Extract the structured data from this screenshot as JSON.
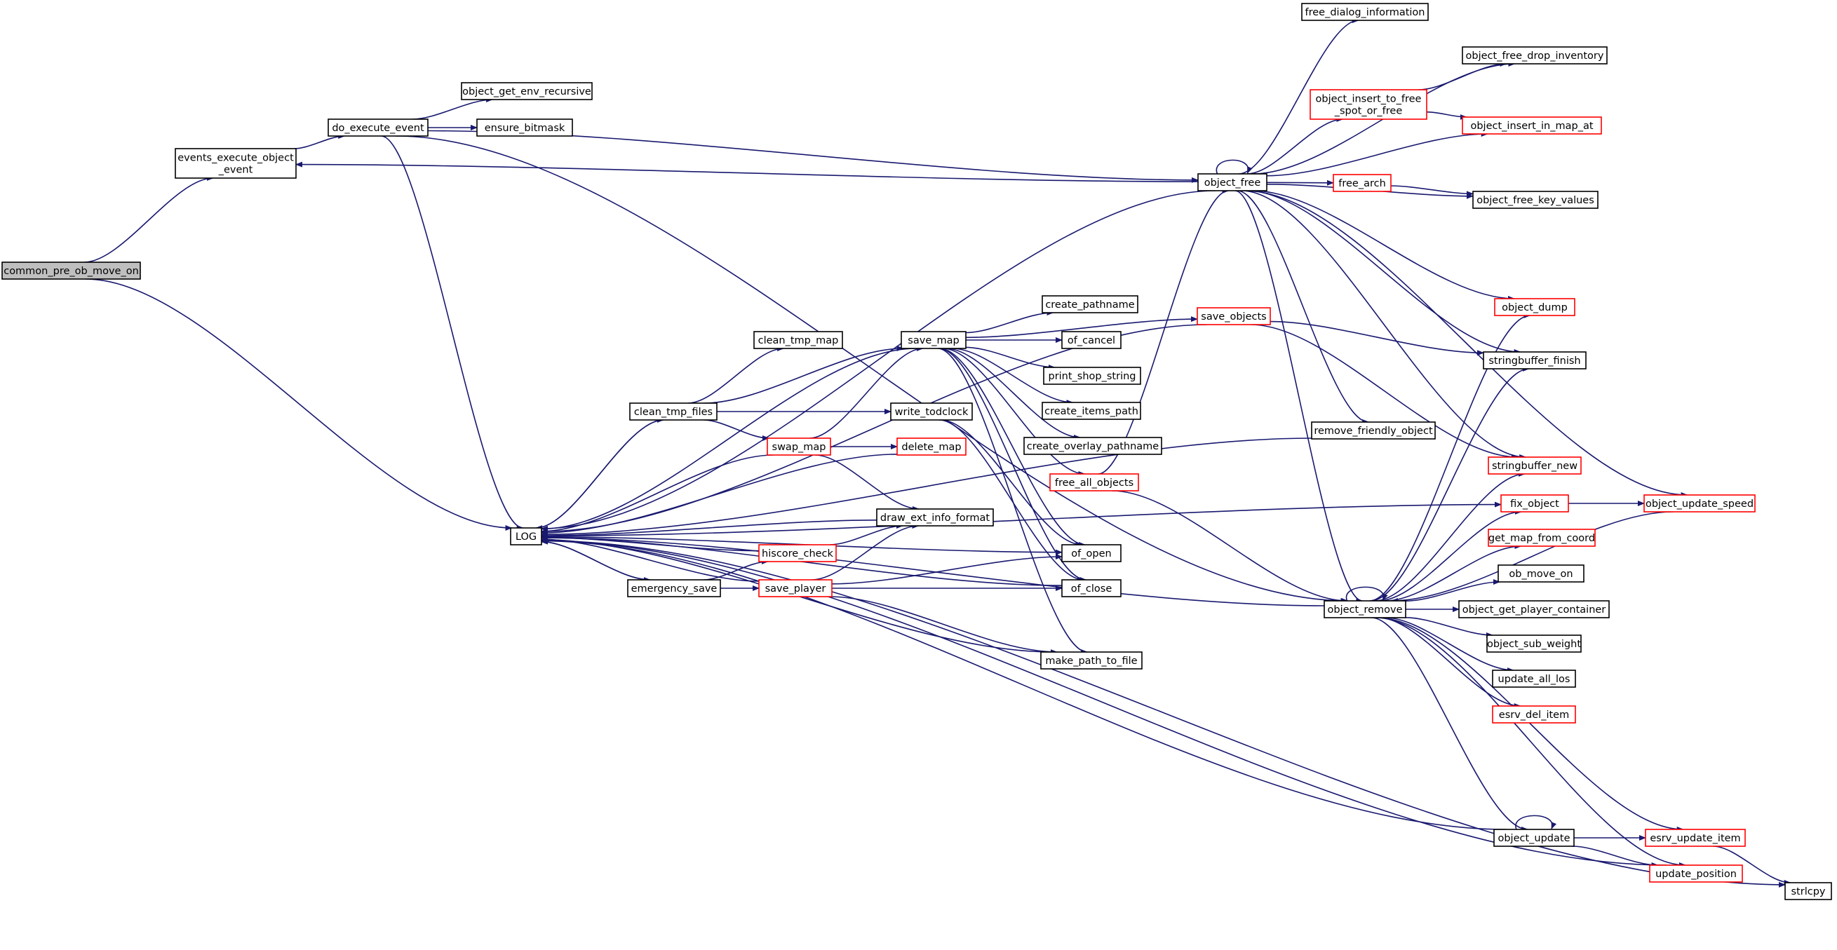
{
  "colors": {
    "edge": "#191970",
    "box_border_default": "#000000",
    "box_border_highlight": "#ff0000",
    "root_fill": "#bfbfbf",
    "node_fill": "#ffffff"
  },
  "nodes": [
    {
      "id": "common_pre_ob_move_on",
      "lines": [
        "common_pre_ob_move_on"
      ],
      "style": "root"
    },
    {
      "id": "events_execute_object_event",
      "lines": [
        "events_execute_object",
        "_event"
      ],
      "style": "normal"
    },
    {
      "id": "do_execute_event",
      "lines": [
        "do_execute_event"
      ],
      "style": "normal"
    },
    {
      "id": "object_get_env_recursive",
      "lines": [
        "object_get_env_recursive"
      ],
      "style": "normal"
    },
    {
      "id": "ensure_bitmask",
      "lines": [
        "ensure_bitmask"
      ],
      "style": "normal"
    },
    {
      "id": "LOG",
      "lines": [
        "LOG"
      ],
      "style": "normal"
    },
    {
      "id": "object_free",
      "lines": [
        "object_free"
      ],
      "style": "normal"
    },
    {
      "id": "free_dialog_information",
      "lines": [
        "free_dialog_information"
      ],
      "style": "normal"
    },
    {
      "id": "object_free_drop_inventory",
      "lines": [
        "object_free_drop_inventory"
      ],
      "style": "normal"
    },
    {
      "id": "object_insert_to_free_spot_or_free",
      "lines": [
        "object_insert_to_free",
        "_spot_or_free"
      ],
      "style": "red"
    },
    {
      "id": "object_insert_in_map_at",
      "lines": [
        "object_insert_in_map_at"
      ],
      "style": "red"
    },
    {
      "id": "free_arch",
      "lines": [
        "free_arch"
      ],
      "style": "red"
    },
    {
      "id": "object_free_key_values",
      "lines": [
        "object_free_key_values"
      ],
      "style": "normal"
    },
    {
      "id": "save_objects",
      "lines": [
        "save_objects"
      ],
      "style": "red"
    },
    {
      "id": "object_dump",
      "lines": [
        "object_dump"
      ],
      "style": "red"
    },
    {
      "id": "stringbuffer_finish",
      "lines": [
        "stringbuffer_finish"
      ],
      "style": "normal"
    },
    {
      "id": "remove_friendly_object",
      "lines": [
        "remove_friendly_object"
      ],
      "style": "normal"
    },
    {
      "id": "stringbuffer_new",
      "lines": [
        "stringbuffer_new"
      ],
      "style": "red"
    },
    {
      "id": "fix_object",
      "lines": [
        "fix_object"
      ],
      "style": "red"
    },
    {
      "id": "object_update_speed",
      "lines": [
        "object_update_speed"
      ],
      "style": "red"
    },
    {
      "id": "get_map_from_coord",
      "lines": [
        "get_map_from_coord"
      ],
      "style": "red"
    },
    {
      "id": "ob_move_on",
      "lines": [
        "ob_move_on"
      ],
      "style": "normal"
    },
    {
      "id": "object_remove",
      "lines": [
        "object_remove"
      ],
      "style": "normal"
    },
    {
      "id": "object_get_player_container",
      "lines": [
        "object_get_player_container"
      ],
      "style": "normal"
    },
    {
      "id": "object_sub_weight",
      "lines": [
        "object_sub_weight"
      ],
      "style": "normal"
    },
    {
      "id": "update_all_los",
      "lines": [
        "update_all_los"
      ],
      "style": "normal"
    },
    {
      "id": "esrv_del_item",
      "lines": [
        "esrv_del_item"
      ],
      "style": "red"
    },
    {
      "id": "object_update",
      "lines": [
        "object_update"
      ],
      "style": "normal"
    },
    {
      "id": "esrv_update_item",
      "lines": [
        "esrv_update_item"
      ],
      "style": "red"
    },
    {
      "id": "update_position",
      "lines": [
        "update_position"
      ],
      "style": "red"
    },
    {
      "id": "strlcpy",
      "lines": [
        "strlcpy"
      ],
      "style": "normal"
    },
    {
      "id": "save_map",
      "lines": [
        "save_map"
      ],
      "style": "normal"
    },
    {
      "id": "clean_tmp_map",
      "lines": [
        "clean_tmp_map"
      ],
      "style": "normal"
    },
    {
      "id": "create_pathname",
      "lines": [
        "create_pathname"
      ],
      "style": "normal"
    },
    {
      "id": "of_cancel",
      "lines": [
        "of_cancel"
      ],
      "style": "normal"
    },
    {
      "id": "print_shop_string",
      "lines": [
        "print_shop_string"
      ],
      "style": "normal"
    },
    {
      "id": "create_items_path",
      "lines": [
        "create_items_path"
      ],
      "style": "normal"
    },
    {
      "id": "create_overlay_pathname",
      "lines": [
        "create_overlay_pathname"
      ],
      "style": "normal"
    },
    {
      "id": "free_all_objects",
      "lines": [
        "free_all_objects"
      ],
      "style": "red"
    },
    {
      "id": "clean_tmp_files",
      "lines": [
        "clean_tmp_files"
      ],
      "style": "normal"
    },
    {
      "id": "write_todclock",
      "lines": [
        "write_todclock"
      ],
      "style": "normal"
    },
    {
      "id": "swap_map",
      "lines": [
        "swap_map"
      ],
      "style": "red"
    },
    {
      "id": "delete_map",
      "lines": [
        "delete_map"
      ],
      "style": "red"
    },
    {
      "id": "draw_ext_info_format",
      "lines": [
        "draw_ext_info_format"
      ],
      "style": "normal"
    },
    {
      "id": "hiscore_check",
      "lines": [
        "hiscore_check"
      ],
      "style": "red"
    },
    {
      "id": "of_open",
      "lines": [
        "of_open"
      ],
      "style": "normal"
    },
    {
      "id": "emergency_save",
      "lines": [
        "emergency_save"
      ],
      "style": "normal"
    },
    {
      "id": "save_player",
      "lines": [
        "save_player"
      ],
      "style": "red"
    },
    {
      "id": "of_close",
      "lines": [
        "of_close"
      ],
      "style": "normal"
    },
    {
      "id": "make_path_to_file",
      "lines": [
        "make_path_to_file"
      ],
      "style": "normal"
    }
  ],
  "edges": [
    [
      "common_pre_ob_move_on",
      "events_execute_object_event"
    ],
    [
      "common_pre_ob_move_on",
      "LOG"
    ],
    [
      "events_execute_object_event",
      "do_execute_event"
    ],
    [
      "do_execute_event",
      "object_get_env_recursive"
    ],
    [
      "do_execute_event",
      "ensure_bitmask"
    ],
    [
      "do_execute_event",
      "LOG"
    ],
    [
      "do_execute_event",
      "object_free"
    ],
    [
      "do_execute_event",
      "object_remove"
    ],
    [
      "object_free",
      "events_execute_object_event"
    ],
    [
      "object_free",
      "LOG"
    ],
    [
      "object_free",
      "object_free"
    ],
    [
      "object_free",
      "free_dialog_information"
    ],
    [
      "object_free",
      "object_free_drop_inventory"
    ],
    [
      "object_free",
      "object_insert_to_free_spot_or_free"
    ],
    [
      "object_free",
      "object_insert_in_map_at"
    ],
    [
      "object_free",
      "free_arch"
    ],
    [
      "object_free",
      "object_free_key_values"
    ],
    [
      "object_free",
      "object_dump"
    ],
    [
      "object_free",
      "stringbuffer_finish"
    ],
    [
      "object_free",
      "remove_friendly_object"
    ],
    [
      "object_free",
      "stringbuffer_new"
    ],
    [
      "object_free",
      "object_update_speed"
    ],
    [
      "object_free",
      "object_remove"
    ],
    [
      "object_insert_to_free_spot_or_free",
      "object_free_drop_inventory"
    ],
    [
      "object_insert_to_free_spot_or_free",
      "object_insert_in_map_at"
    ],
    [
      "free_arch",
      "object_free_key_values"
    ],
    [
      "save_objects",
      "LOG"
    ],
    [
      "save_objects",
      "stringbuffer_finish"
    ],
    [
      "save_objects",
      "stringbuffer_new"
    ],
    [
      "save_map",
      "LOG"
    ],
    [
      "save_map",
      "save_objects"
    ],
    [
      "save_map",
      "create_pathname"
    ],
    [
      "save_map",
      "of_cancel"
    ],
    [
      "save_map",
      "print_shop_string"
    ],
    [
      "save_map",
      "create_items_path"
    ],
    [
      "save_map",
      "create_overlay_pathname"
    ],
    [
      "save_map",
      "free_all_objects"
    ],
    [
      "save_map",
      "of_open"
    ],
    [
      "save_map",
      "of_close"
    ],
    [
      "save_map",
      "make_path_to_file"
    ],
    [
      "free_all_objects",
      "object_free"
    ],
    [
      "free_all_objects",
      "object_remove"
    ],
    [
      "clean_tmp_files",
      "LOG"
    ],
    [
      "clean_tmp_files",
      "clean_tmp_map"
    ],
    [
      "clean_tmp_files",
      "save_map"
    ],
    [
      "clean_tmp_files",
      "write_todclock"
    ],
    [
      "clean_tmp_files",
      "swap_map"
    ],
    [
      "write_todclock",
      "of_open"
    ],
    [
      "write_todclock",
      "of_close"
    ],
    [
      "swap_map",
      "LOG"
    ],
    [
      "swap_map",
      "save_map"
    ],
    [
      "swap_map",
      "delete_map"
    ],
    [
      "swap_map",
      "draw_ext_info_format"
    ],
    [
      "delete_map",
      "LOG"
    ],
    [
      "hiscore_check",
      "LOG"
    ],
    [
      "hiscore_check",
      "draw_ext_info_format"
    ],
    [
      "emergency_save",
      "LOG"
    ],
    [
      "emergency_save",
      "hiscore_check"
    ],
    [
      "emergency_save",
      "save_player"
    ],
    [
      "save_player",
      "LOG"
    ],
    [
      "save_player",
      "draw_ext_info_format"
    ],
    [
      "save_player",
      "of_open"
    ],
    [
      "save_player",
      "of_close"
    ],
    [
      "save_player",
      "make_path_to_file"
    ],
    [
      "LOG",
      "clean_tmp_files"
    ],
    [
      "LOG",
      "emergency_save"
    ],
    [
      "LOG",
      "fix_object"
    ],
    [
      "LOG",
      "of_open"
    ],
    [
      "LOG",
      "strlcpy"
    ],
    [
      "of_close",
      "LOG"
    ],
    [
      "make_path_to_file",
      "LOG"
    ],
    [
      "draw_ext_info_format",
      "LOG"
    ],
    [
      "fix_object",
      "object_update_speed"
    ],
    [
      "remove_friendly_object",
      "LOG"
    ],
    [
      "object_remove",
      "object_remove"
    ],
    [
      "object_remove",
      "LOG"
    ],
    [
      "object_remove",
      "object_dump"
    ],
    [
      "object_remove",
      "stringbuffer_finish"
    ],
    [
      "object_remove",
      "stringbuffer_new"
    ],
    [
      "object_remove",
      "fix_object"
    ],
    [
      "object_remove",
      "get_map_from_coord"
    ],
    [
      "object_remove",
      "ob_move_on"
    ],
    [
      "object_remove",
      "object_get_player_container"
    ],
    [
      "object_remove",
      "object_sub_weight"
    ],
    [
      "object_remove",
      "update_all_los"
    ],
    [
      "object_remove",
      "esrv_del_item"
    ],
    [
      "object_remove",
      "object_update"
    ],
    [
      "object_remove",
      "esrv_update_item"
    ],
    [
      "object_remove",
      "update_position"
    ],
    [
      "object_update_speed",
      "object_remove"
    ],
    [
      "object_update",
      "object_update"
    ],
    [
      "object_update",
      "LOG"
    ],
    [
      "object_update",
      "esrv_update_item"
    ],
    [
      "object_update",
      "update_position"
    ],
    [
      "update_position",
      "LOG"
    ],
    [
      "esrv_update_item",
      "strlcpy"
    ]
  ]
}
